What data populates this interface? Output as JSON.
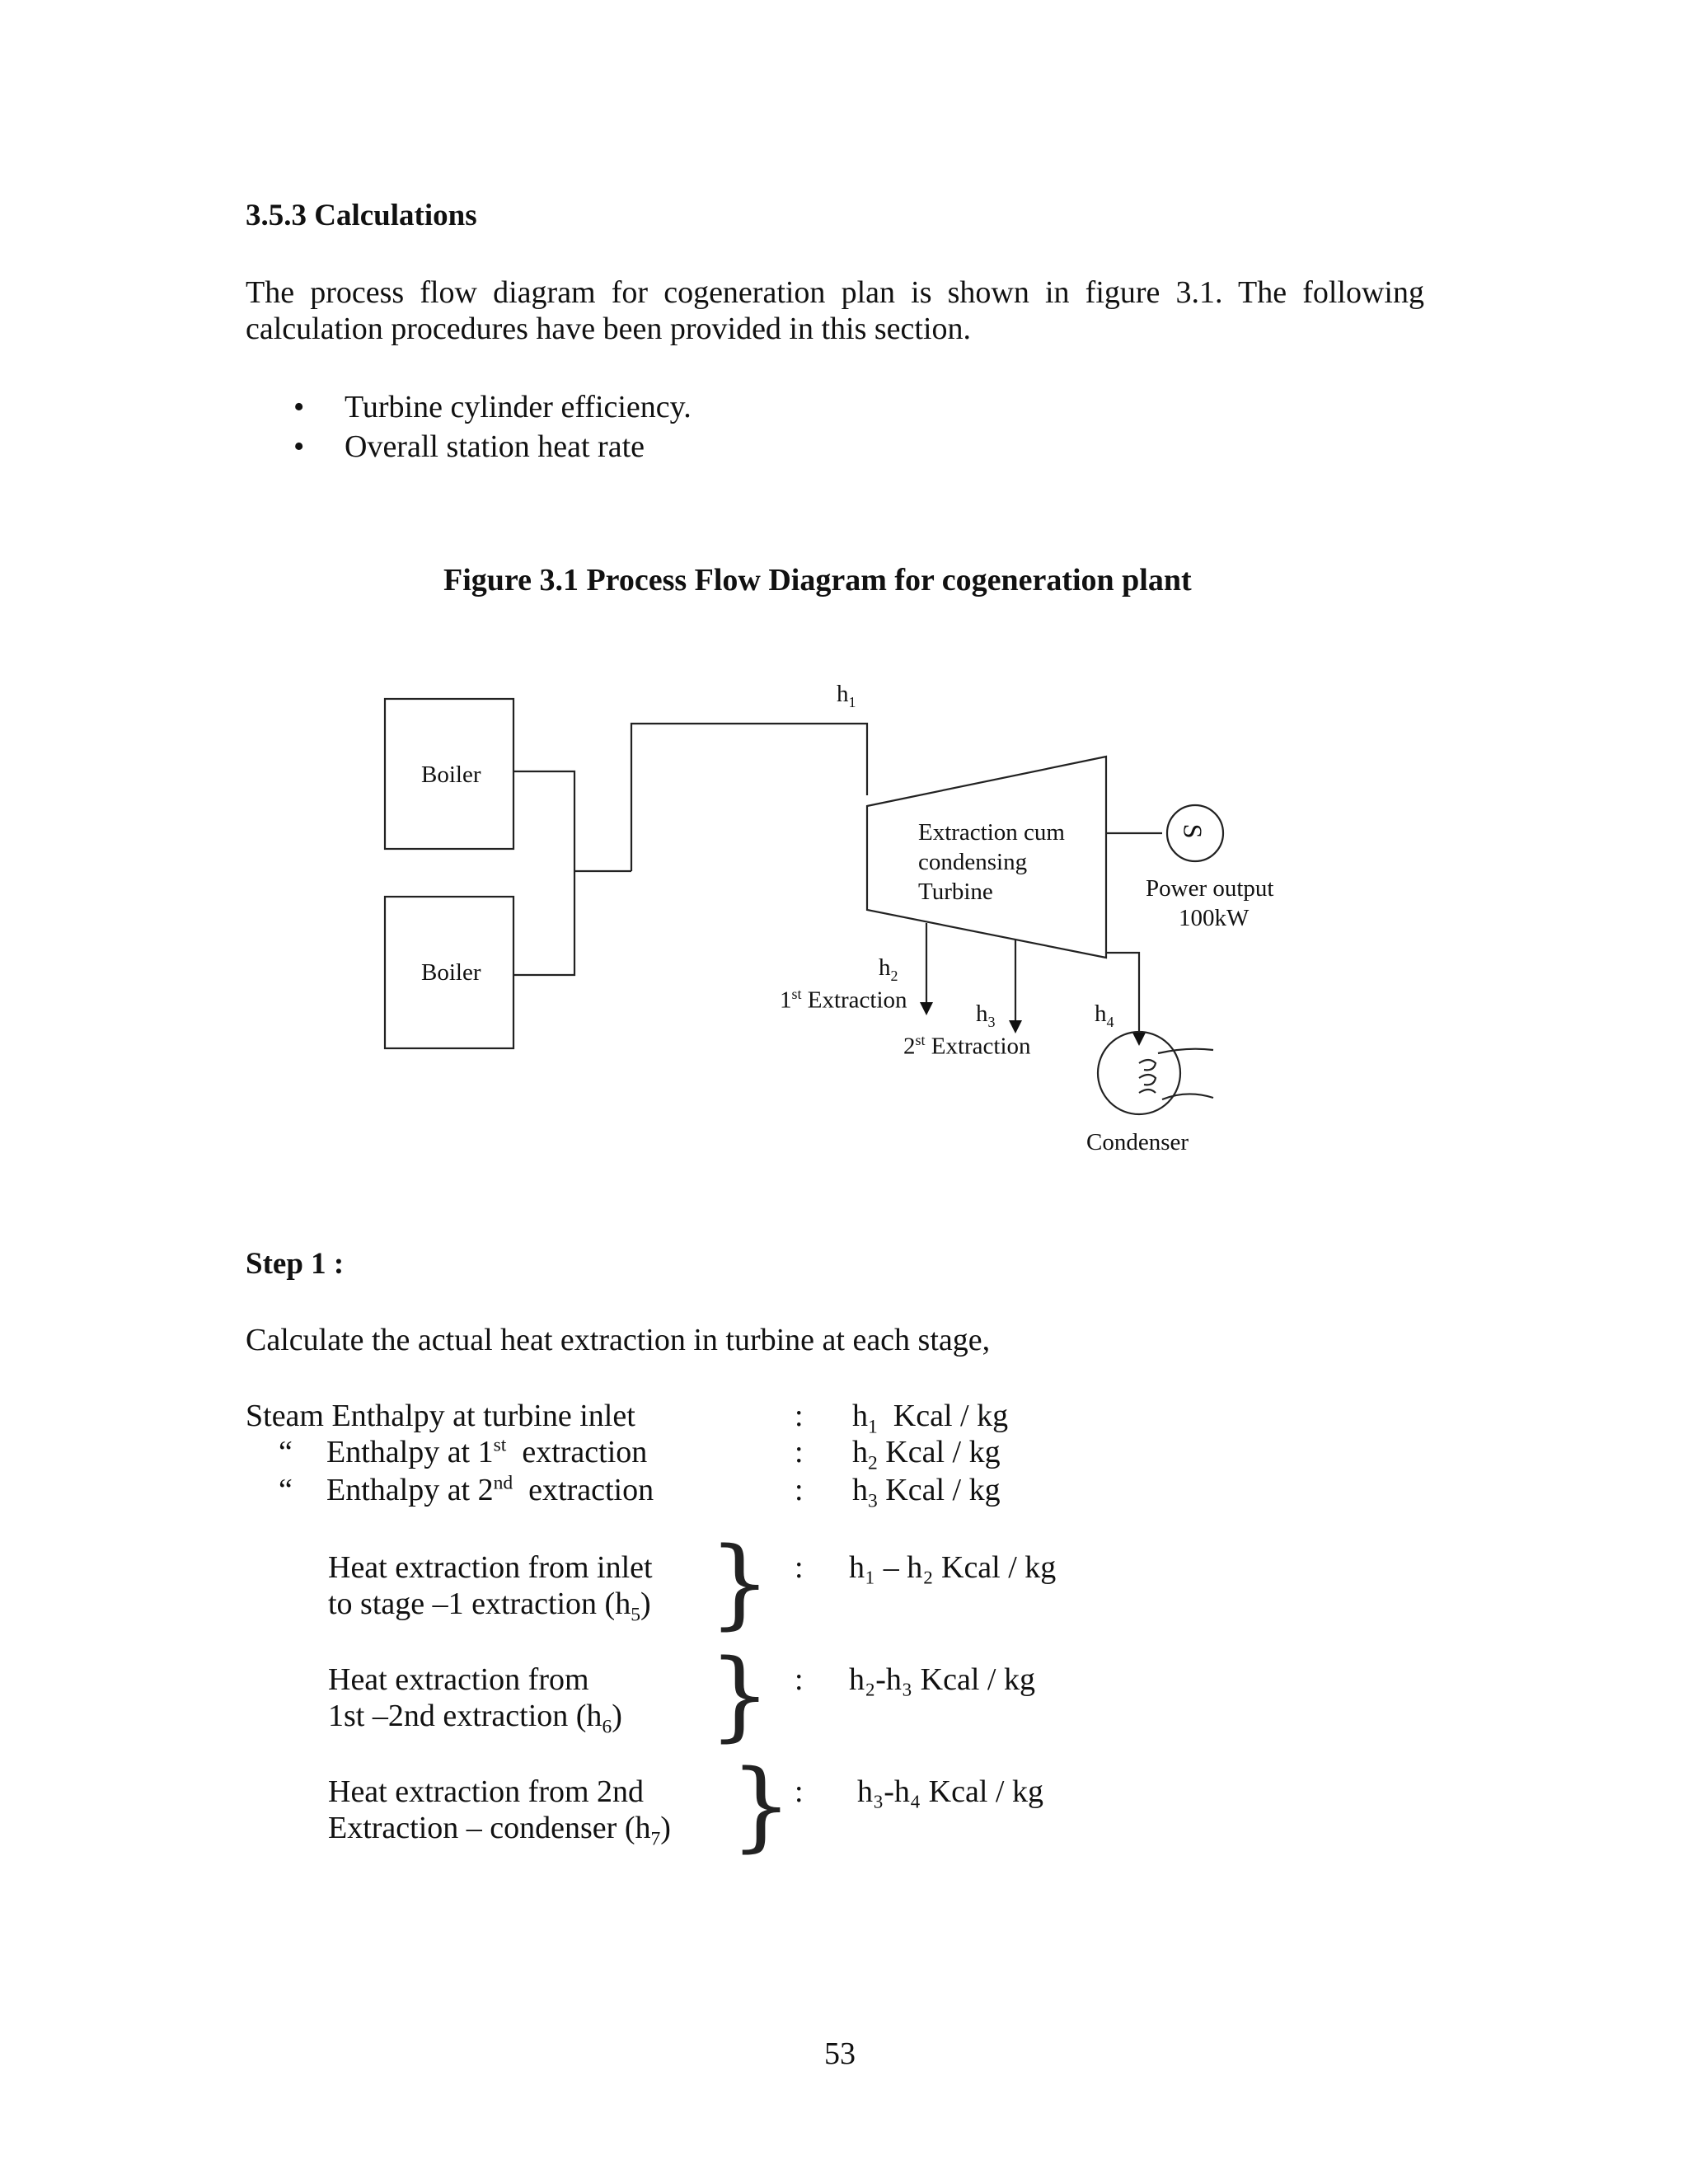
{
  "section": {
    "heading": "3.5.3 Calculations",
    "intro_line1": "The process flow diagram for cogeneration plan is shown in figure 3.1. The following",
    "intro_line2": "calculation procedures have been provided in this section.",
    "bullets": [
      "Turbine cylinder efficiency.",
      "Overall station heat rate"
    ]
  },
  "figure": {
    "title": "Figure 3.1 Process Flow Diagram for cogeneration plant",
    "boiler_top": "Boiler",
    "boiler_bottom": "Boiler",
    "h1": "h",
    "h1_sub": "1",
    "turbine_line1": "Extraction cum",
    "turbine_line2": "condensing",
    "turbine_line3": "Turbine",
    "generator_symbol": "S",
    "power_line1": "Power output",
    "power_line2": "100kW",
    "h2": "h",
    "h2_sub": "2",
    "extraction1_num": "1",
    "extraction1_sup": "st",
    "extraction1_text": " Extraction",
    "h3": "h",
    "h3_sub": "3",
    "extraction2_num": "2",
    "extraction2_sup": "st",
    "extraction2_text": " Extraction",
    "h4": "h",
    "h4_sub": "4",
    "condenser": "Condenser"
  },
  "step1": {
    "heading": "Step 1 :",
    "intro": "Calculate the actual heat extraction  in turbine  at each stage,",
    "rows": [
      {
        "prefix": "",
        "label_pre": "Steam Enthalpy  at turbine  inlet",
        "label_sup": "",
        "label_post": "",
        "colon": ":",
        "val_h": "h",
        "val_sub": "1",
        "val_unit": "  Kcal / kg"
      },
      {
        "prefix": "“",
        "label_pre": "Enthalpy  at 1",
        "label_sup": "st",
        "label_post": "  extraction",
        "colon": ":",
        "val_h": "h",
        "val_sub": "2",
        "val_unit": " Kcal / kg"
      },
      {
        "prefix": "“",
        "label_pre": "Enthalpy  at 2",
        "label_sup": "nd",
        "label_post": "  extraction",
        "colon": ":",
        "val_h": "h",
        "val_sub": "3",
        "val_unit": " Kcal / kg"
      }
    ],
    "groups": [
      {
        "line1": "Heat extraction  from inlet",
        "line2_pre": "to stage –1 extraction  (h",
        "line2_sub": "5",
        "line2_post": ")",
        "colon": ":",
        "val": "h₁ – h₂  Kcal / kg"
      },
      {
        "line1": "Heat extraction  from",
        "line2_pre": "1st –2nd extraction  (h",
        "line2_sub": "6",
        "line2_post": ")",
        "colon": ":",
        "val": "h₂-h₃  Kcal / kg"
      },
      {
        "line1": "Heat extraction  from  2nd",
        "line2_pre": "Extraction  – condenser  (h",
        "line2_sub": "7",
        "line2_post": ")",
        "colon": ":",
        "val": "h₃-h₄  Kcal / kg"
      }
    ]
  },
  "page_number": "53"
}
